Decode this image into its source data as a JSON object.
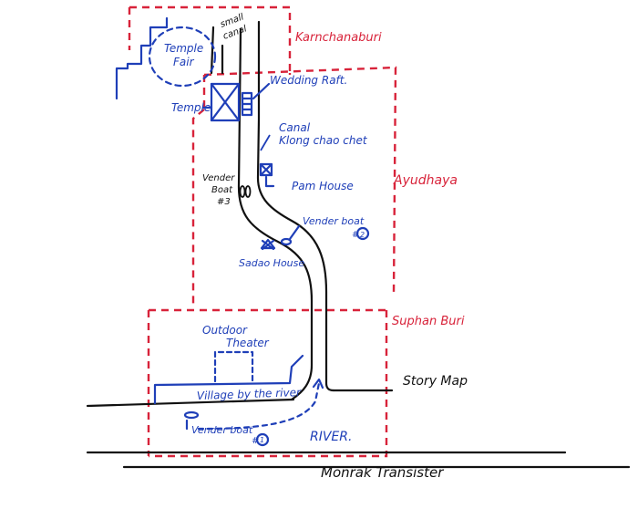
{
  "colors": {
    "region_border": "#d8233a",
    "feature": "#1f3fb8",
    "ink": "#111111"
  },
  "regions": {
    "karnchanaburi": "Karnchanaburi",
    "ayudhaya": "Ayudhaya",
    "suphan_buri": "Suphan Buri"
  },
  "places": {
    "small_canal": [
      "small",
      "canal"
    ],
    "temple_fair": [
      "Temple",
      "Fair"
    ],
    "temple": "Temple",
    "wedding_raft": "Wedding Raft.",
    "canal": [
      "Canal",
      "Klong chao chet"
    ],
    "vender_boat_3": [
      "Vender",
      "Boat",
      "#3"
    ],
    "pam_house": "Pam House",
    "vender_boat_2": "Vender boat",
    "vender_boat_2_num": "#",
    "vender_boat_2_circle": "2",
    "sadao_house": "Sadao House",
    "outdoor_theater": [
      "Outdoor",
      "Theater"
    ],
    "village": "Village by the river",
    "vender_boat_1": "Vender boat",
    "vender_boat_1_num": "#",
    "vender_boat_1_circle": "1",
    "river": "RIVER."
  },
  "map_title": "Story Map",
  "footer": "Monrak Transister"
}
